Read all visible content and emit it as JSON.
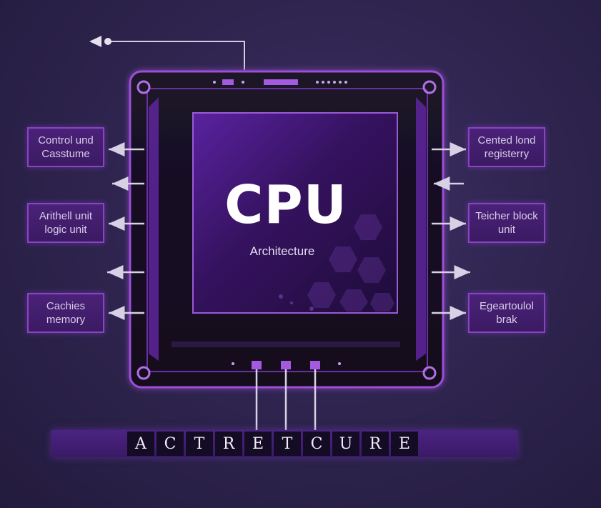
{
  "cpu": {
    "title": "CPU",
    "subtitle": "Architecture"
  },
  "left_labels": [
    {
      "line1": "Control und",
      "line2": "Casstume"
    },
    {
      "line1": "Arithell unit",
      "line2": "logic unit"
    },
    {
      "line1": "Cachies",
      "line2": "memory"
    }
  ],
  "right_labels": [
    {
      "line1": "Cented lond",
      "line2": "registerry"
    },
    {
      "line1": "Teicher block",
      "line2": "unit"
    },
    {
      "line1": "Egeartoulol",
      "line2": "brak"
    }
  ],
  "banner": {
    "letters": [
      "A",
      "C",
      "T",
      "R",
      "E",
      "T",
      "C",
      "U",
      "R",
      "E"
    ]
  },
  "colors": {
    "background": "#2f2550",
    "accent": "#8a42c6",
    "chip_body": "#16101f",
    "die": "#3d1670",
    "arrow": "#cfc6dc"
  }
}
